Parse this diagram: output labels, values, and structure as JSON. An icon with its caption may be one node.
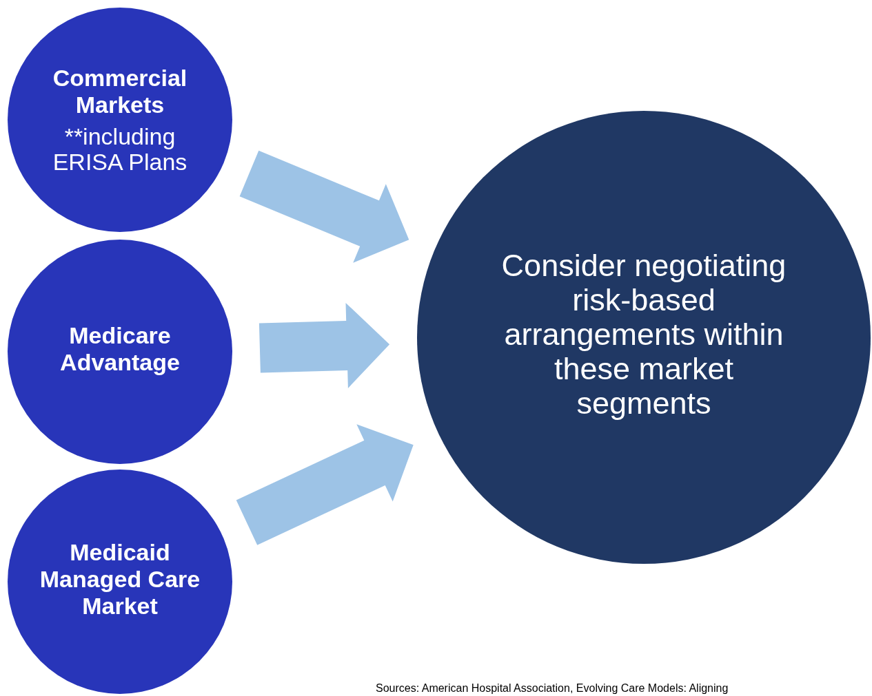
{
  "diagram": {
    "nodes": [
      {
        "text": [
          "Commercial Markets",
          "**including ERISA Plans"
        ]
      },
      {
        "text": [
          "Medicare Advantage"
        ]
      },
      {
        "text": [
          "Medicaid Managed Care Market"
        ]
      },
      {
        "text": [
          "Consider negotiating risk-based arrangements within these market segments"
        ]
      }
    ],
    "edges": [
      {
        "from": 0,
        "to": 3,
        "arrow": "to",
        "style": "thick",
        "color": "#9dc3e6"
      },
      {
        "from": 1,
        "to": 3,
        "arrow": "to",
        "style": "thick",
        "color": "#9dc3e6"
      },
      {
        "from": 2,
        "to": 3,
        "arrow": "to",
        "style": "thick",
        "color": "#9dc3e6"
      }
    ],
    "labels": [
      "Sources: American Hospital Association, Evolving Care Models: Aligning"
    ]
  }
}
